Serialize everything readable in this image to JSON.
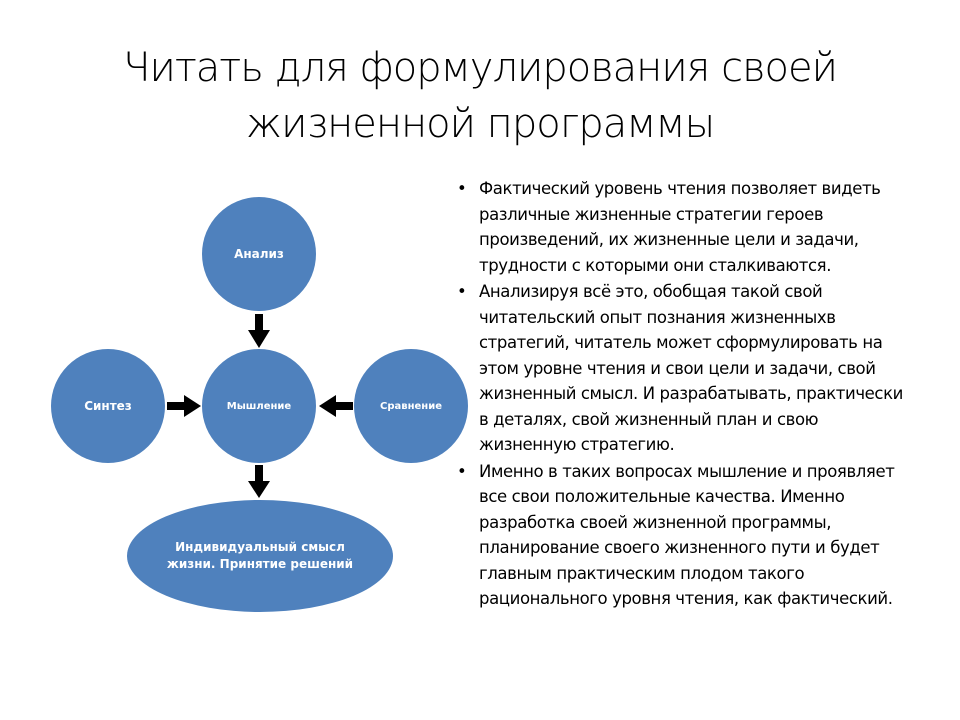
{
  "title": "Читать для формулирования своей жизненной программы",
  "diagram": {
    "top": "Анализ",
    "center": "Мышление",
    "left": "Синтез",
    "right": "Сравнение",
    "bottom": "Индивидуальный смысл жизни. Принятие решений",
    "node_color": "#4f81bd"
  },
  "bullets": [
    "Фактический уровень чтения позволяет видеть различные жизненные стратегии героев произведений, их жизненные цели и задачи, трудности с которыми они сталкиваются.",
    "Анализируя всё это, обобщая такой свой читательский опыт познания жизненныхв стратегий, читатель может сформулировать на этом уровне чтения и свои цели и задачи, свой жизненный смысл. И разрабатывать, практически в деталях, свой жизненный план и свою жизненную стратегию.",
    "Именно в таких вопросах мышление и проявляет все свои положительные качества. Именно разработка своей жизненной программы, планирование своего жизненного пути и будет главным практическим плодом такого рационального уровня чтения, как фактический."
  ]
}
